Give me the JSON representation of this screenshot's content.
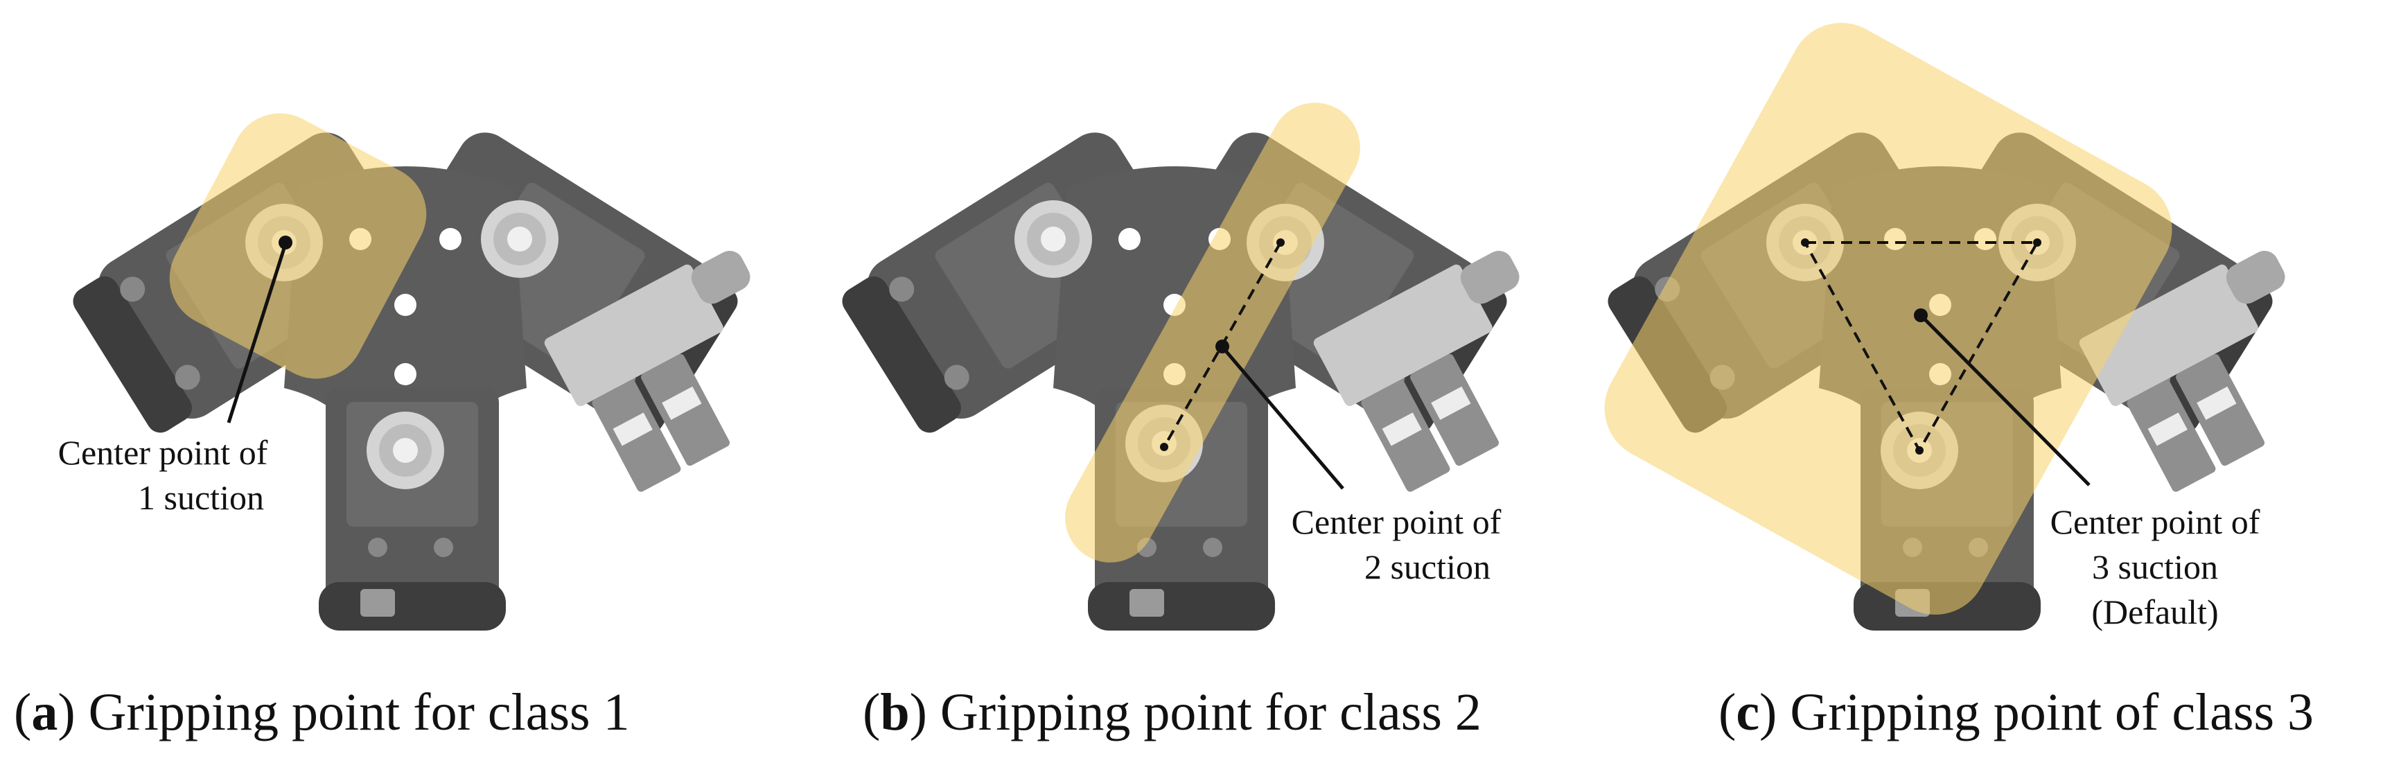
{
  "colors": {
    "body": "#5e5e5e",
    "body_dark": "#3f3f3f",
    "overlay": "#f7d26a",
    "hole": "#ffffff"
  },
  "panels": [
    {
      "id": "a",
      "letter": "a",
      "caption": "Gripping point for class 1",
      "annotation_lines": [
        "Center point of",
        "1 suction"
      ]
    },
    {
      "id": "b",
      "letter": "b",
      "caption": "Gripping point for class 2",
      "annotation_lines": [
        "Center point of",
        "2 suction"
      ]
    },
    {
      "id": "c",
      "letter": "c",
      "caption": "Gripping point of class 3",
      "annotation_lines": [
        "Center point of",
        "3 suction",
        "(Default)"
      ]
    }
  ]
}
